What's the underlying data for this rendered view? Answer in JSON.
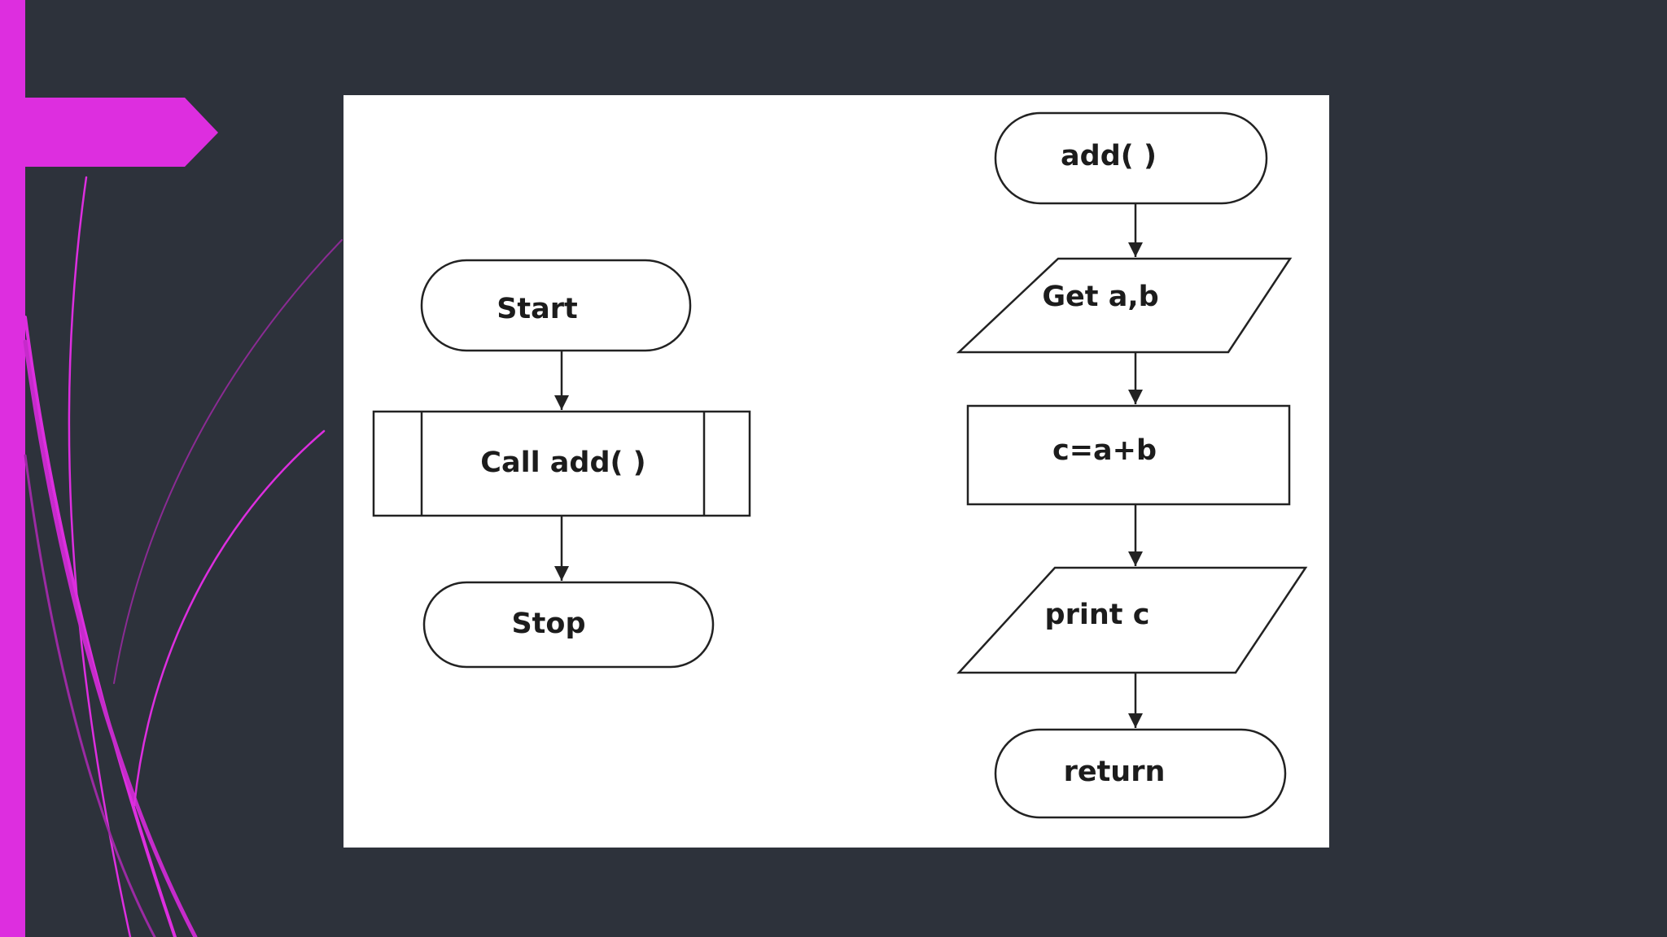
{
  "colors": {
    "background": "#2d323b",
    "accent": "#dd2edf",
    "accent_dark": "#9b2aa3",
    "panel": "#ffffff",
    "stroke": "#222222"
  },
  "diagram": {
    "main_flow": {
      "start": "Start",
      "call": "Call add( )",
      "stop": "Stop"
    },
    "function_flow": {
      "entry": "add( )",
      "input": "Get a,b",
      "process": "c=a+b",
      "output": "print c",
      "exit": "return"
    }
  }
}
